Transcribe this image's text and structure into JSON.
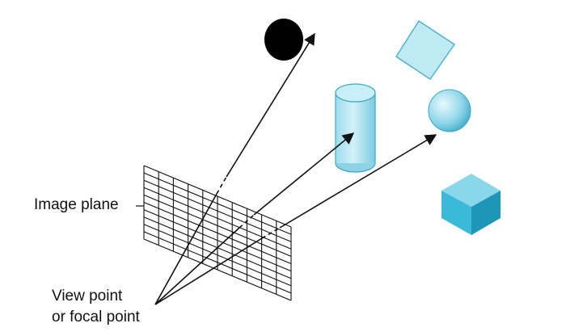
{
  "labels": {
    "image_plane": "Image plane",
    "viewpoint_line1": "View point",
    "viewpoint_line2": "or focal point"
  },
  "colors": {
    "ink": "#111111",
    "object_fill": "#bfe9f3",
    "object_stroke": "#3aa8c4",
    "cube_top": "#8ad7ea",
    "cube_left": "#3ab9d9",
    "cube_right": "#1c97b8",
    "black_sphere": "#000000"
  },
  "image_plane": {
    "rows": 10,
    "cols": 10
  }
}
